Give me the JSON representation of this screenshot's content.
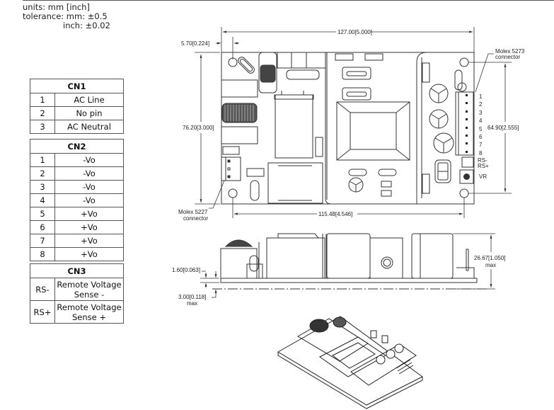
{
  "header": {
    "units": "units: mm [inch]",
    "tolerance_mm": "tolerance: mm: ±0.5",
    "tolerance_inch": "inch: ±0.02"
  },
  "tables": {
    "cn1": {
      "title": "CN1",
      "rows": [
        {
          "pin": "1",
          "function": "AC Line"
        },
        {
          "pin": "2",
          "function": "No pin"
        },
        {
          "pin": "3",
          "function": "AC Neutral"
        }
      ]
    },
    "cn2": {
      "title": "CN2",
      "rows": [
        {
          "pin": "1",
          "function": "-Vo"
        },
        {
          "pin": "2",
          "function": "-Vo"
        },
        {
          "pin": "3",
          "function": "-Vo"
        },
        {
          "pin": "4",
          "function": "-Vo"
        },
        {
          "pin": "5",
          "function": "+Vo"
        },
        {
          "pin": "6",
          "function": "+Vo"
        },
        {
          "pin": "7",
          "function": "+Vo"
        },
        {
          "pin": "8",
          "function": "+Vo"
        }
      ]
    },
    "cn3": {
      "title": "CN3",
      "rows": [
        {
          "pin": "RS-",
          "function_line1": "Remote Voltage",
          "function_line2": "Sense -"
        },
        {
          "pin": "RS+",
          "function_line1": "Remote Voltage",
          "function_line2": "Sense +"
        }
      ]
    }
  },
  "top_view": {
    "dim_width": {
      "mm": "127.00",
      "inch": "5.000"
    },
    "dim_hole_offset": {
      "mm": "5.70",
      "inch": "0.224"
    },
    "dim_height": {
      "mm": "76.20",
      "inch": "3.000"
    },
    "dim_hole_spacing_x": {
      "mm": "115.48",
      "inch": "4.546"
    },
    "dim_hole_spacing_y": {
      "mm": "64.90",
      "inch": "2.555"
    },
    "molex_5273_label": [
      "Molex 5273",
      "connector"
    ],
    "molex_5227_label": [
      "Molex 5227",
      "connector"
    ],
    "output_pins": [
      "1",
      "2",
      "3",
      "4",
      "5",
      "6",
      "7",
      "8"
    ],
    "rs_minus": "RS-",
    "rs_plus": "RS+",
    "vr_label": "VR"
  },
  "side_view": {
    "dim_pcb_thickness": {
      "mm": "1.60",
      "inch": "0.063"
    },
    "dim_clearance": {
      "mm": "3.00",
      "inch": "0.118",
      "note": "max"
    },
    "dim_total_height": {
      "mm": "26.67",
      "inch": "1.050",
      "note": "max"
    }
  }
}
